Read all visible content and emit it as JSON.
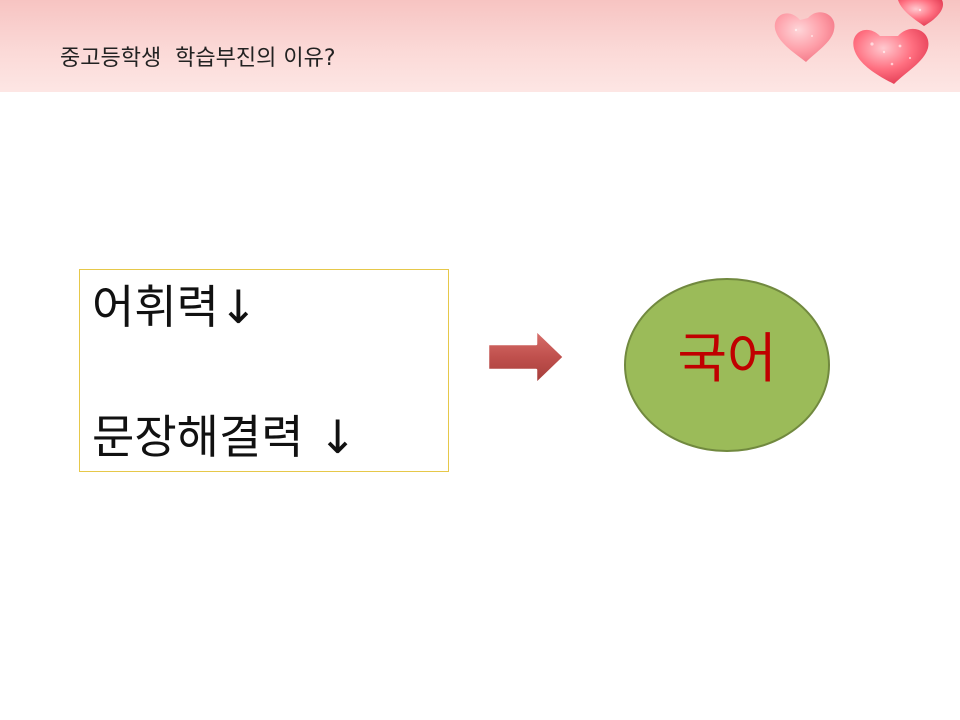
{
  "header": {
    "title": "중고등학생  학습부진의 이유?"
  },
  "left_box": {
    "line1": "어휘력↓",
    "line2": "문장해결력 ↓"
  },
  "right_circle": {
    "label": "국어"
  },
  "icons": {
    "decoration": "heart-candy-icon",
    "arrow": "arrow-right-icon"
  },
  "colors": {
    "header_band": "#f7c4c2",
    "box_border": "#e6c84a",
    "arrow_fill": "#c0504d",
    "circle_fill": "#9bbb59",
    "circle_border": "#71893f",
    "circle_text": "#c00000"
  }
}
